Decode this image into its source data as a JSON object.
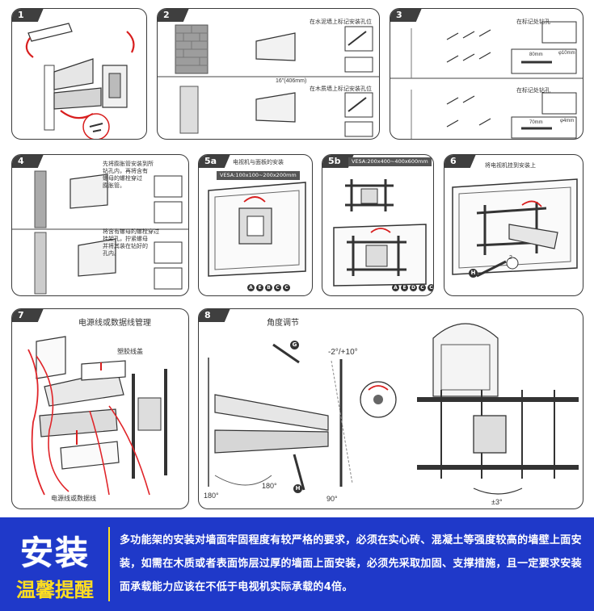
{
  "steps": {
    "s1": {
      "num": "1"
    },
    "s2": {
      "num": "2",
      "note_brick": "在水泥墙上标记安装孔位",
      "note_wood": "在木质墙上标记安装孔位",
      "dim": "16\"(406mm)"
    },
    "s3": {
      "num": "3",
      "note_top": "在标记处钻孔",
      "note_bottom": "在标记处钻孔",
      "dim1": "80mm",
      "dim1b": "φ10mm",
      "dim2": "70mm",
      "dim2b": "φ4mm"
    },
    "s4": {
      "num": "4",
      "note_top": "先将膨胀管安装到所\n钻孔内，再将含有\n螺母的螺栓穿过\n膨胀管。",
      "note_bottom": "将含有螺母的螺栓穿过\n挂架孔，拧紧螺母\n并将其装在钻好的\n孔内。"
    },
    "s5a": {
      "num": "5a",
      "note": "电视机与面板的安装",
      "vesa": "VESA:100x100~200x200mm",
      "letters": [
        "A",
        "E",
        "B",
        "C",
        "C"
      ]
    },
    "s5b": {
      "num": "5b",
      "vesa": "VESA:200x400~400x600mm",
      "letters": [
        "A",
        "E",
        "D",
        "C",
        "C"
      ]
    },
    "s6": {
      "num": "6",
      "note": "将电视机挂到安装上",
      "circ": "H",
      "num_label": "2"
    },
    "s7": {
      "num": "7",
      "caption": "电源线或数据线管理",
      "cover_label": "塑胶线盖",
      "bottom_caption": "电源线或数据线"
    },
    "s8": {
      "num": "8",
      "caption": "角度调节",
      "tilt": "-2°/+10°",
      "deg1": "180°",
      "deg2": "180°",
      "deg3": "90°",
      "rotate": "±3°",
      "circ_g": "G",
      "circ_h": "H"
    }
  },
  "banner": {
    "title_main": "安装",
    "title_sub": "温馨提醒",
    "body": "多功能架的安装对墙面牢固程度有较严格的要求，必须在实心砖、混凝土等强度较高的墙壁上面安装，如需在木质或者表面饰层过厚的墙面上面安装，必须先采取加固、支撑措施，且一定要求安装面承载能力应该在不低于电视机实际承载的4倍。"
  },
  "colors": {
    "banner_bg": "#1f39c9",
    "banner_accent": "#ffde20",
    "arrow_red": "#d81e1e",
    "cable_red": "#e0252a"
  }
}
